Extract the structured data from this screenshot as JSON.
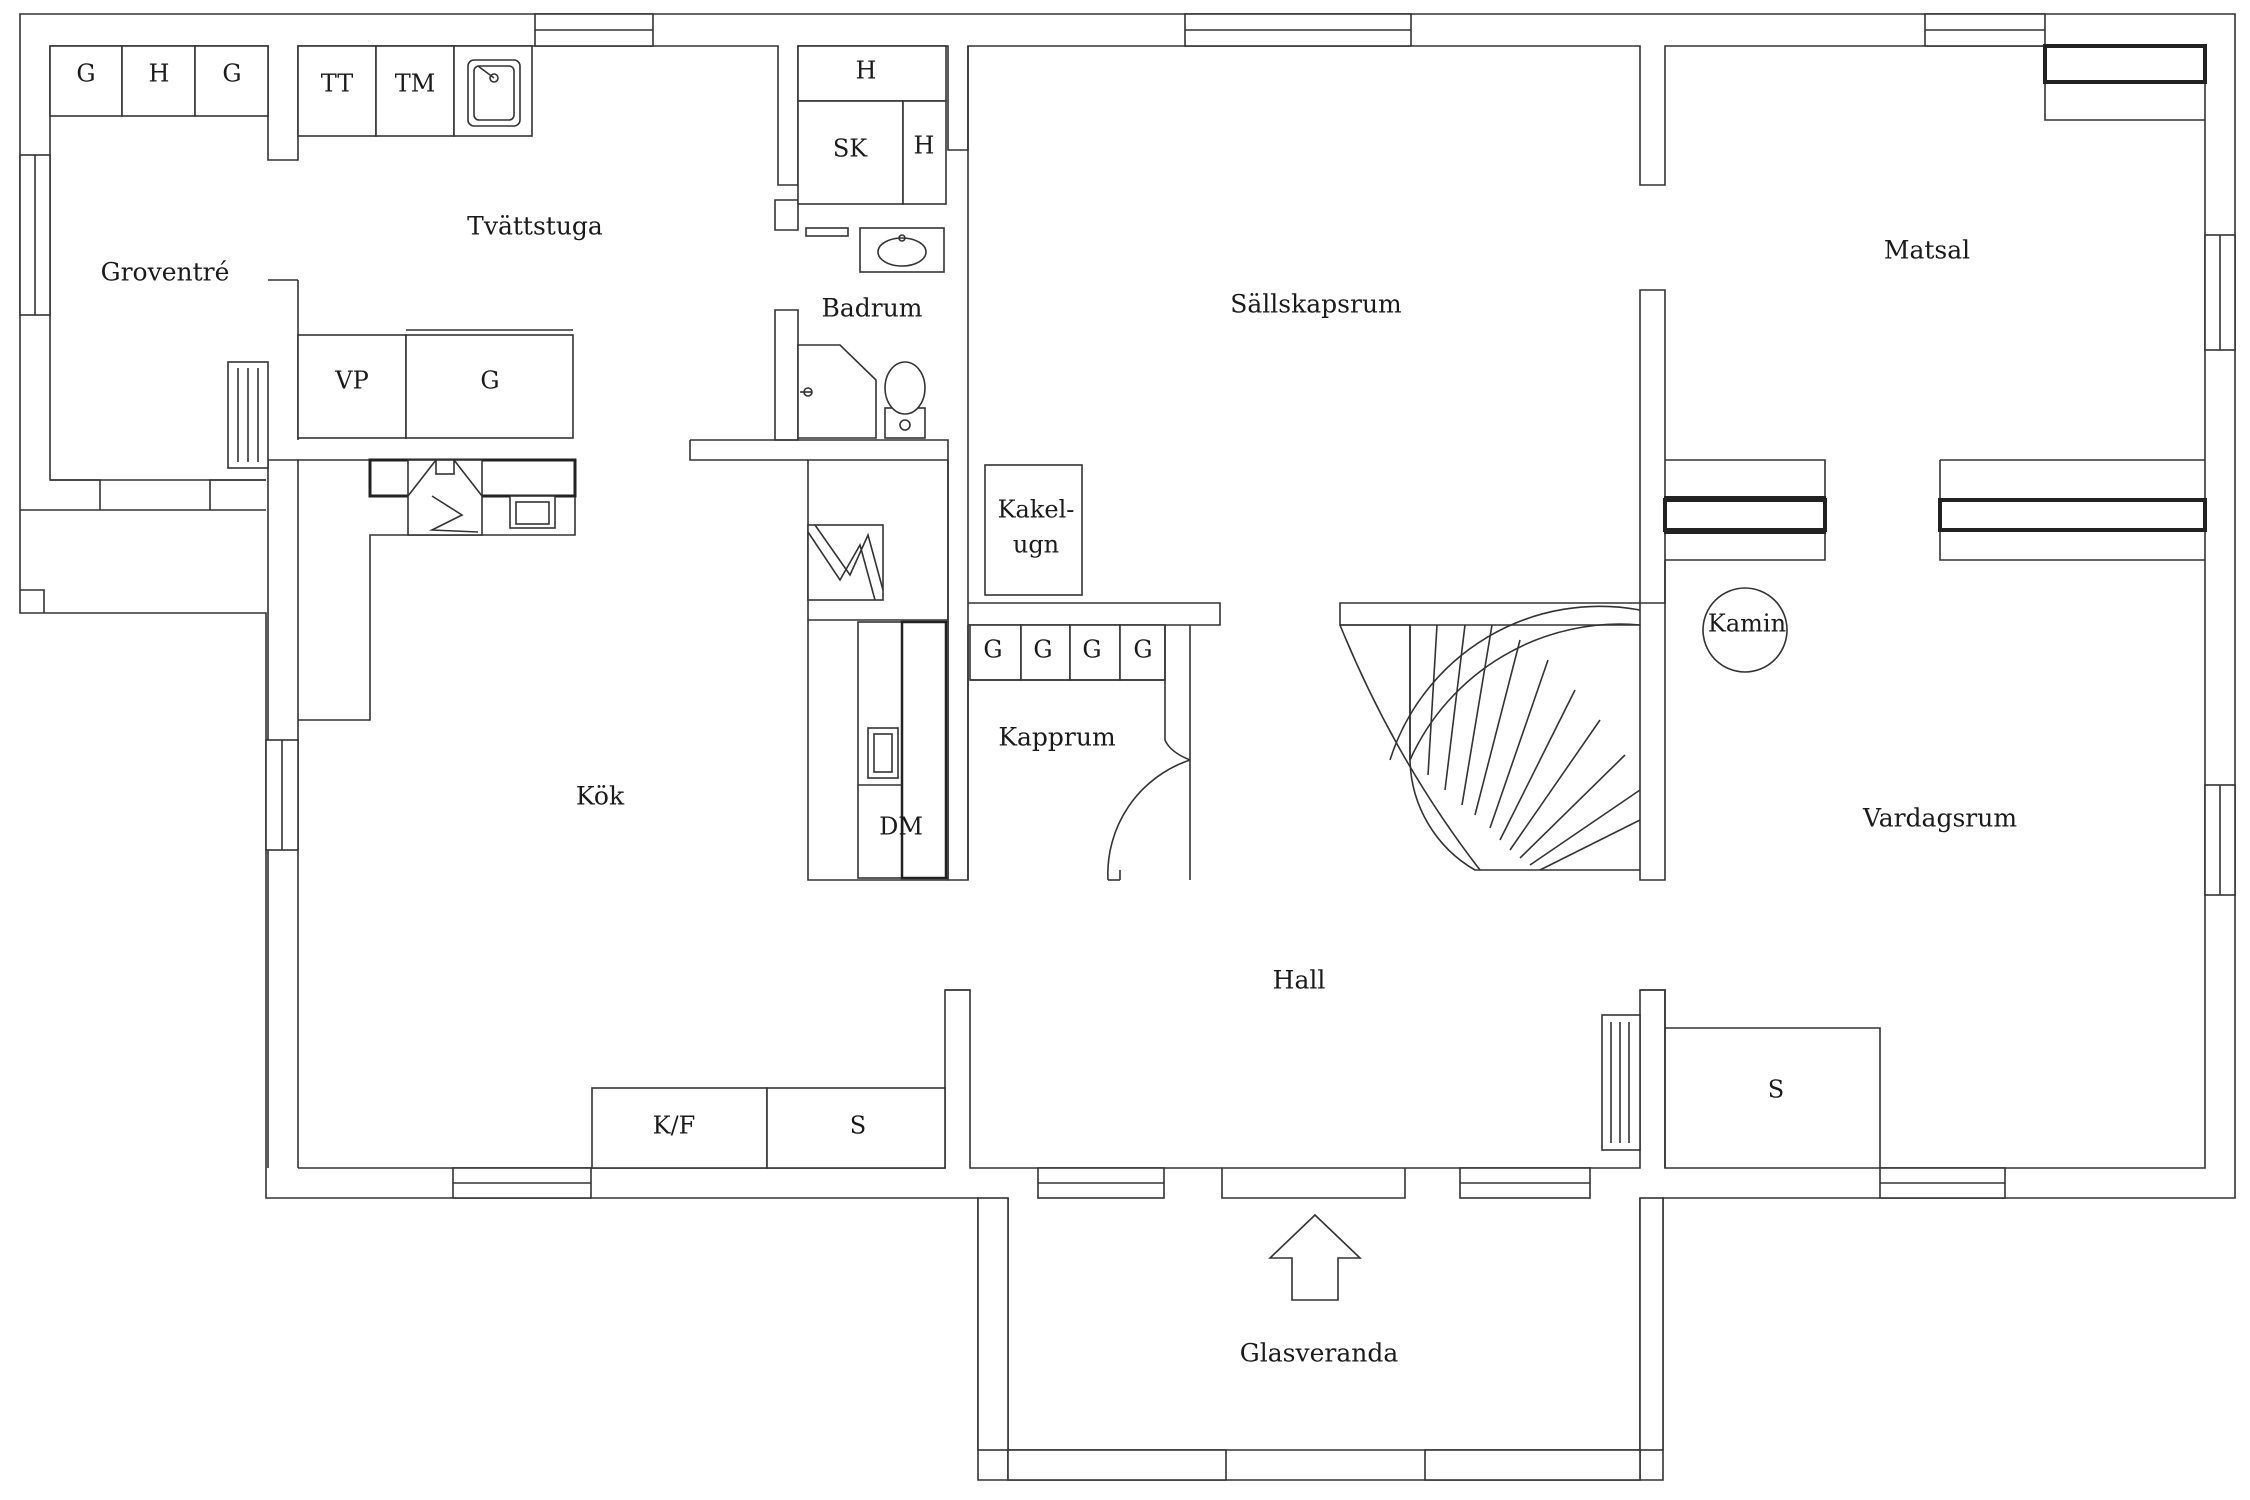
{
  "rooms": {
    "groventre": "Groventré",
    "tvattstuga": "Tvättstuga",
    "badrum": "Badrum",
    "sallskapsrum": "Sällskapsrum",
    "matsal": "Matsal",
    "kok": "Kök",
    "kapprum": "Kapprum",
    "hall": "Hall",
    "vardagsrum": "Vardagsrum",
    "glasveranda": "Glasveranda"
  },
  "fixtures": {
    "groventre_cab1": "G",
    "groventre_cab2": "H",
    "groventre_cab3": "G",
    "tumbler": "TT",
    "washer": "TM",
    "bath_cab": "H",
    "bath_sk": "SK",
    "bath_h": "H",
    "vp": "VP",
    "tvatt_g": "G",
    "kakelugn_line1": "Kakel-",
    "kakelugn_line2": "ugn",
    "kapp_g1": "G",
    "kapp_g2": "G",
    "kapp_g3": "G",
    "kapp_g4": "G",
    "kamin": "Kamin",
    "dm": "DM",
    "kf": "K/F",
    "kok_s": "S",
    "vardag_s": "S"
  },
  "colors": {
    "line": "#333333",
    "text": "#1a1a1a",
    "dark_fill": "#4a4a4a"
  }
}
